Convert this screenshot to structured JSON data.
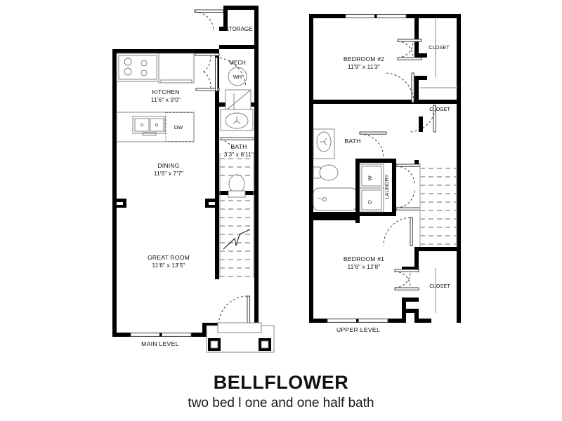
{
  "title": {
    "name": "BELLFLOWER",
    "subtitle": "two bed l one and one half bath"
  },
  "levels": {
    "main": {
      "label": "MAIN LEVEL",
      "rooms": [
        {
          "name": "STORAGE",
          "dimensions": ""
        },
        {
          "name": "MECH",
          "dimensions": ""
        },
        {
          "name": "KITCHEN",
          "dimensions": "11'6\" x 9'0\""
        },
        {
          "name": "BATH",
          "dimensions": "3'3\" x 8'11\""
        },
        {
          "name": "DINING",
          "dimensions": "11'6\" x 7'7\""
        },
        {
          "name": "GREAT ROOM",
          "dimensions": "11'6\" x 13'5\""
        }
      ],
      "fixtures": [
        {
          "name": "WH",
          "description": "water-heater"
        },
        {
          "name": "DW",
          "description": "dishwasher"
        }
      ]
    },
    "upper": {
      "label": "UPPER LEVEL",
      "rooms": [
        {
          "name": "BEDROOM #2",
          "dimensions": "11'9\" x 11'3\""
        },
        {
          "name": "CLOSET",
          "dimensions": ""
        },
        {
          "name": "CLOSET",
          "dimensions": ""
        },
        {
          "name": "BATH",
          "dimensions": ""
        },
        {
          "name": "LAUNDRY",
          "dimensions": ""
        },
        {
          "name": "BEDROOM #1",
          "dimensions": "11'6\" x 12'8\""
        },
        {
          "name": "CLOSET",
          "dimensions": ""
        }
      ],
      "fixtures": [
        {
          "name": "W",
          "description": "washer"
        },
        {
          "name": "D",
          "description": "dryer"
        }
      ]
    }
  },
  "labels": {
    "storage": "STORAGE",
    "mech": "MECH",
    "wh": "WH",
    "kitchen": "KITCHEN",
    "kitchen_dim": "11'6\" x 9'0\"",
    "dw": "DW",
    "bath_main": "BATH",
    "bath_main_dim": "3'3\" x 8'11\"",
    "dining": "DINING",
    "dining_dim": "11'6\" x 7'7\"",
    "great_room": "GREAT ROOM",
    "great_room_dim": "11'6\" x 13'5\"",
    "main_level": "MAIN LEVEL",
    "bedroom2": "BEDROOM #2",
    "bedroom2_dim": "11'9\" x 11'3\"",
    "closet_top": "CLOSET",
    "closet_mid": "CLOSET",
    "closet_bottom": "CLOSET",
    "bath_upper": "BATH",
    "washer": "W",
    "dryer": "D",
    "laundry": "LAUNDRY",
    "bedroom1": "BEDROOM #1",
    "bedroom1_dim": "11'6\" x 12'8\"",
    "upper_level": "UPPER LEVEL"
  },
  "colors": {
    "wall": "#000000",
    "background": "#ffffff",
    "text": "#111111",
    "fixture_stroke": "#777777",
    "stair_tread": "#b4b4b4"
  }
}
